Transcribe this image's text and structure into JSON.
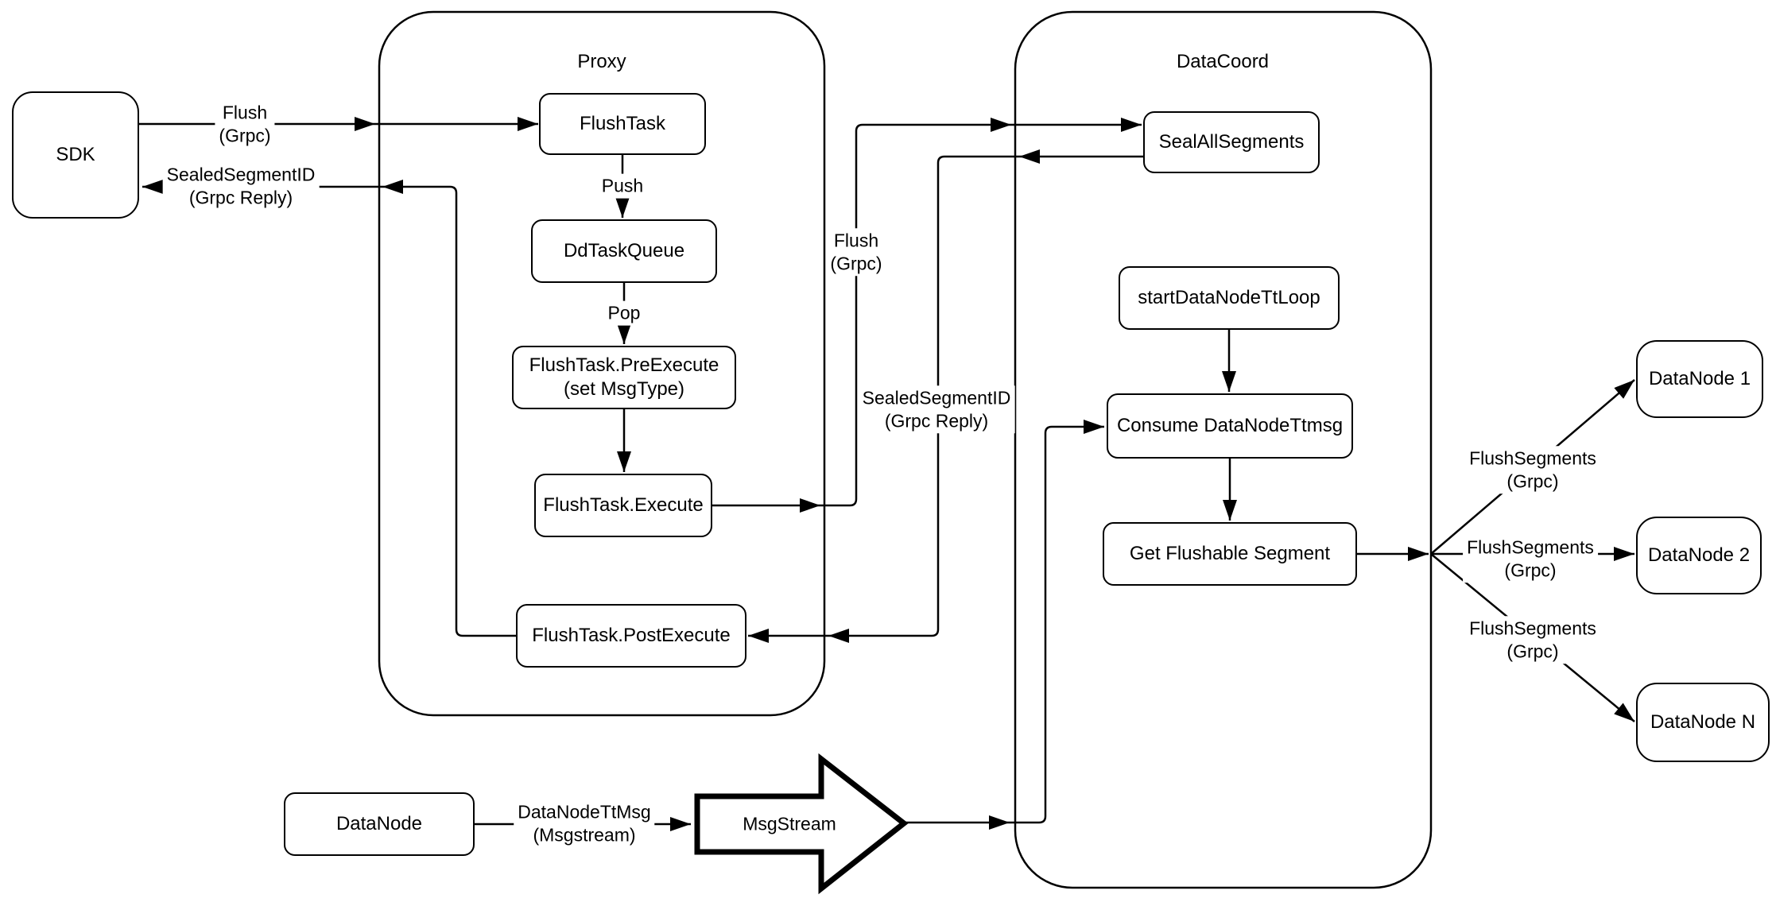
{
  "diagram": {
    "colors": {
      "stroke": "#000000",
      "fill": "#ffffff"
    },
    "containers": {
      "proxy": {
        "title": "Proxy"
      },
      "datacoord": {
        "title": "DataCoord"
      }
    },
    "nodes": {
      "sdk": {
        "label": "SDK"
      },
      "flush_task": {
        "label": "FlushTask"
      },
      "dd_task_queue": {
        "label": "DdTaskQueue"
      },
      "pre_execute": {
        "label": "FlushTask.PreExecute\n(set MsgType)"
      },
      "execute": {
        "label": "FlushTask.Execute"
      },
      "post_execute": {
        "label": "FlushTask.PostExecute"
      },
      "seal_all_segments": {
        "label": "SealAllSegments"
      },
      "start_datanode_tt_loop": {
        "label": "startDataNodeTtLoop"
      },
      "consume_datanode_ttmsg": {
        "label": "Consume DataNodeTtmsg"
      },
      "get_flushable_segment": {
        "label": "Get Flushable Segment"
      },
      "datanode_1": {
        "label": "DataNode 1"
      },
      "datanode_2": {
        "label": "DataNode 2"
      },
      "datanode_n": {
        "label": "DataNode N"
      },
      "datanode": {
        "label": "DataNode"
      },
      "msgstream": {
        "label": "MsgStream"
      }
    },
    "edge_labels": {
      "flush_grpc_sdk": "Flush\n(Grpc)",
      "sealed_segment_id_sdk": "SealedSegmentID\n(Grpc Reply)",
      "push": "Push",
      "pop": "Pop",
      "flush_grpc_datacoord": "Flush\n(Grpc)",
      "sealed_segment_id_datacoord": "SealedSegmentID\n(Grpc Reply)",
      "flush_segments_1": "FlushSegments\n(Grpc)",
      "flush_segments_2": "FlushSegments\n(Grpc)",
      "flush_segments_n": "FlushSegments\n(Grpc)",
      "datanode_ttmsg": "DataNodeTtMsg\n(Msgstream)"
    }
  }
}
